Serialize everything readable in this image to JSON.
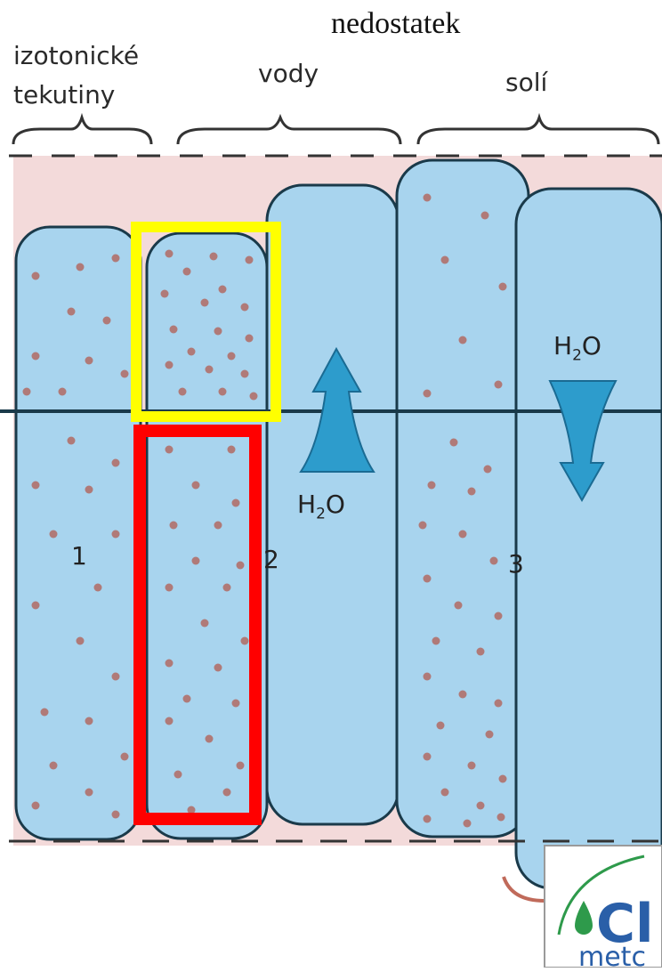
{
  "header": {
    "title": "nedostatek"
  },
  "labels": {
    "isotonic_line1": "izotonické",
    "isotonic_line2": "tekutiny",
    "water": "vody",
    "salt": "solí"
  },
  "cells": {
    "cell1_number": "1",
    "cell2_number": "2",
    "cell3_number": "3"
  },
  "flow": {
    "water_symbol": "H",
    "water_subscript": "2",
    "water_suffix": "O"
  },
  "logo": {
    "text_large": "Cl",
    "text_small": "metc"
  },
  "colors": {
    "cell_fill": "#a8d4ee",
    "cell_stroke": "#1a3a4a",
    "particle": "#b07a78",
    "arrow": "#2d9ccc",
    "pink_background": "#f3dada",
    "highlight_yellow": "#ffff00",
    "highlight_red": "#ff0000",
    "logo_blue": "#2a5fa8",
    "logo_green": "#2e9a4b"
  }
}
